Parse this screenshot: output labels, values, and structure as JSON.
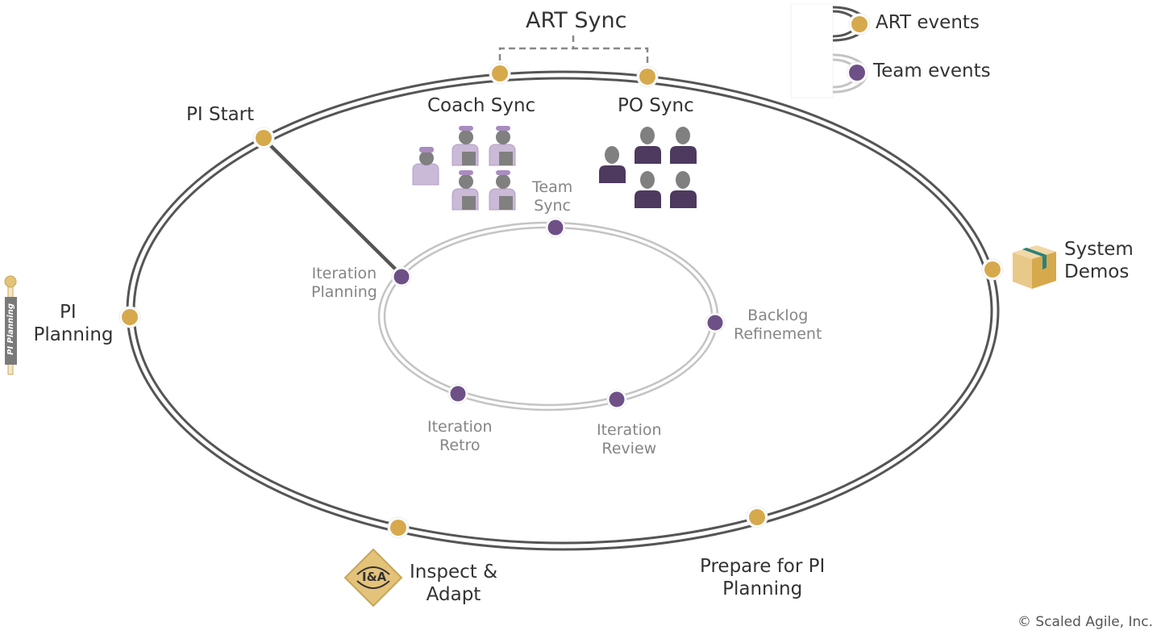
{
  "colors": {
    "art_event": "#d6a94d",
    "team_event": "#6e5087",
    "art_track": "#555555",
    "team_track": "#c4c4c4",
    "coach_light": "#cbb9d8",
    "po_dark": "#4d3a5e",
    "person_head": "#808080"
  },
  "legend": {
    "art_events": "ART events",
    "team_events": "Team events"
  },
  "art_events": {
    "art_sync": "ART Sync",
    "coach_sync": "Coach Sync",
    "po_sync": "PO Sync",
    "pi_start": "PI Start",
    "pi_planning_line1": "PI",
    "pi_planning_line2": "Planning",
    "system_demos_line1": "System",
    "system_demos_line2": "Demos",
    "inspect_adapt_line1": "Inspect &",
    "inspect_adapt_line2": "Adapt",
    "prepare_line1": "Prepare for PI",
    "prepare_line2": "Planning"
  },
  "team_events": {
    "team_sync_line1": "Team",
    "team_sync_line2": "Sync",
    "iteration_planning_line1": "Iteration",
    "iteration_planning_line2": "Planning",
    "backlog_line1": "Backlog",
    "backlog_line2": "Refinement",
    "retro_line1": "Iteration",
    "retro_line2": "Retro",
    "review_line1": "Iteration",
    "review_line2": "Review"
  },
  "icons": {
    "pi_planning_flag_text": "PI Planning",
    "ia_badge_text": "I&A"
  },
  "footer": {
    "copyright": "© Scaled Agile, Inc."
  }
}
